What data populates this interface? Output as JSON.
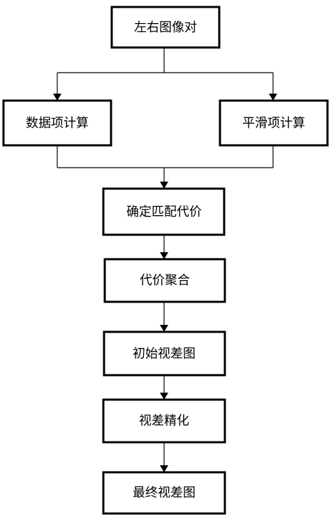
{
  "diagram": {
    "nodes": {
      "left_right_pair": "左右图像对",
      "data_term": "数据项计算",
      "smooth_term": "平滑项计算",
      "matching_cost": "确定匹配代价",
      "cost_aggregation": "代价聚合",
      "initial_disparity": "初始视差图",
      "disparity_refine": "视差精化",
      "final_disparity": "最终视差图"
    },
    "edges": [
      [
        "left_right_pair",
        "data_term"
      ],
      [
        "left_right_pair",
        "smooth_term"
      ],
      [
        "data_term",
        "matching_cost"
      ],
      [
        "smooth_term",
        "matching_cost"
      ],
      [
        "matching_cost",
        "cost_aggregation"
      ],
      [
        "cost_aggregation",
        "initial_disparity"
      ],
      [
        "initial_disparity",
        "disparity_refine"
      ],
      [
        "disparity_refine",
        "final_disparity"
      ]
    ]
  }
}
